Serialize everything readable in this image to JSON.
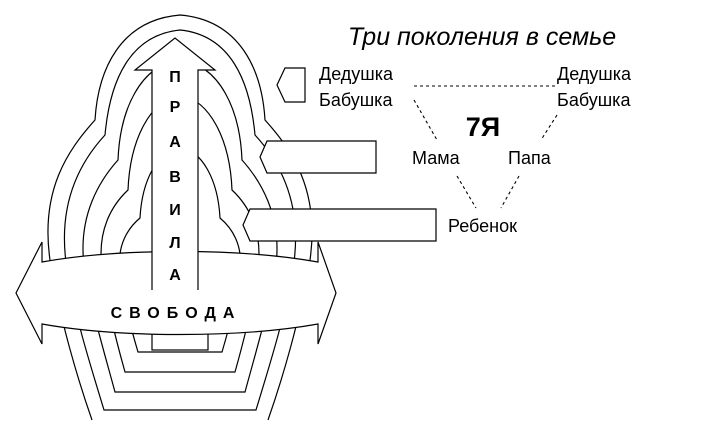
{
  "title": "Три поколения в семье",
  "center_label": "7Я",
  "family": {
    "grandpa_left": "Дедушка",
    "grandma_left": "Бабушка",
    "grandpa_right": "Дедушка",
    "grandma_right": "Бабушка",
    "mother": "Мама",
    "father": "Папа",
    "child": "Ребенок"
  },
  "doll": {
    "vertical_arrow_letters": [
      "П",
      "Р",
      "А",
      "В",
      "И",
      "Л",
      "А"
    ],
    "horizontal_arrow_label": "СВОБОДА"
  }
}
